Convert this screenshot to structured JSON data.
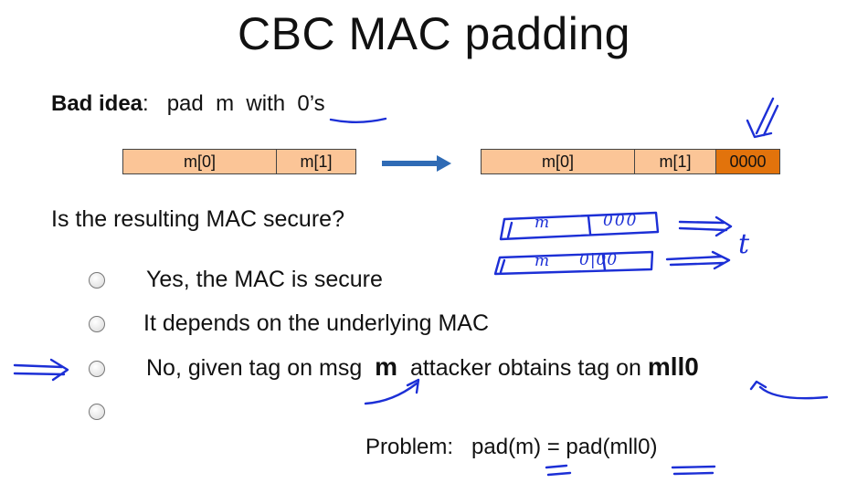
{
  "slide": {
    "title": "CBC MAC padding",
    "bad_idea_label": "Bad idea",
    "bad_idea_text": ":   pad  m  with  0’s",
    "left_blocks": [
      "m[0]",
      "m[1]"
    ],
    "right_blocks": [
      "m[0]",
      "m[1]",
      "0000"
    ],
    "question": "Is the resulting MAC secure?",
    "options": [
      {
        "text": "Yes, the MAC is secure"
      },
      {
        "text": "It depends on the underlying MAC"
      },
      {
        "text_a": "No, given tag on msg  ",
        "bold_a": "m",
        "text_b": "  attacker obtains tag on ",
        "bold_b": "mll0"
      },
      {
        "text": ""
      }
    ],
    "problem": "Problem:   pad(m) = pad(mll0)",
    "handwriting": {
      "block1_m": "m",
      "block1_pad": "000",
      "block2_m": "m",
      "block2_pad": "0|00",
      "tag": "t"
    },
    "colors": {
      "block_fill": "#fbc597",
      "pad_fill": "#e2730c",
      "arrow": "#2f6bb5",
      "ink": "#1c2fd6"
    }
  }
}
